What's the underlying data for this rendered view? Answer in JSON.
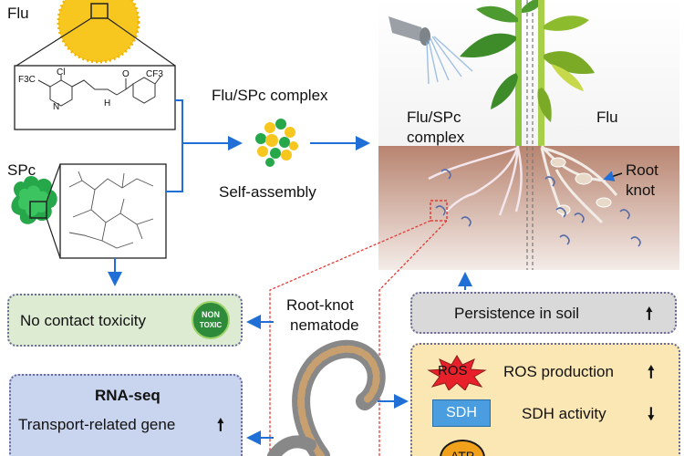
{
  "labels": {
    "flu": "Flu",
    "spc": "SPc",
    "complex_top": "Flu/SPc complex",
    "self_assembly": "Self-assembly",
    "soil_complex_line1": "Flu/SPc",
    "soil_complex_line2": "complex",
    "soil_flu": "Flu",
    "root_knot_line1": "Root",
    "root_knot_line2": "knot",
    "nematode_line1": "Root-knot",
    "nematode_line2": "nematode",
    "cf3": "F3C",
    "cl": "Cl",
    "n": "N",
    "nh": "H",
    "o": "O",
    "cf3_right": "CF3"
  },
  "boxes": {
    "contact": "No contact toxicity",
    "badge_top": "NON",
    "badge_bottom": "TOXIC",
    "persistence": "Persistence in soil",
    "persistence_arrow": "🠕",
    "rna_title": "RNA-seq",
    "rna_item": "Transport-related gene",
    "rna_arrow": "🠕",
    "ros_badge": "ROS",
    "ros_text": "ROS production",
    "ros_arrow": "🠕",
    "sdh_badge": "SDH",
    "sdh_text": "SDH activity",
    "sdh_arrow": "🠗",
    "atp_badge": "ATP"
  },
  "colors": {
    "flu_yellow": "#f7c61f",
    "spc_green": "#26a84a",
    "flow_blue": "#1f6fd6",
    "soil_brown": "#b07a62",
    "contact_box": "#dcebd2",
    "persist_box": "#d9d9d9",
    "rna_box": "#c9d4ee",
    "mech_box": "#fbe7b4",
    "ros_red": "#e8202a",
    "sdh_blue": "#4a9ee0",
    "atp_orange": "#f2a21a"
  }
}
